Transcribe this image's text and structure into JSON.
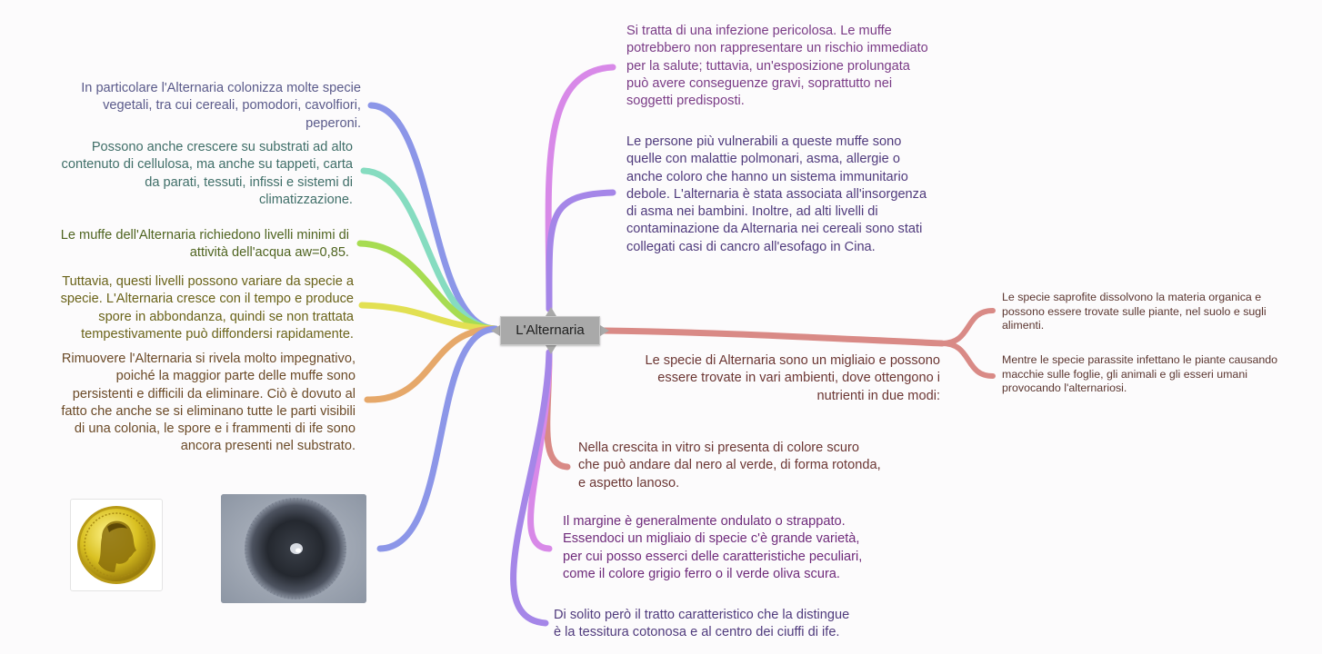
{
  "central": {
    "label": "L'Alternaria"
  },
  "left_nodes": [
    {
      "text": "In particolare l'Alternaria colonizza molte specie\nvegetali, tra cui cereali, pomodori, cavolfiori,\npeperoni.",
      "color": "#8c96e8"
    },
    {
      "text": "Possono anche crescere su substrati ad alto\ncontenuto di cellulosa, ma anche su tappeti, carta\nda parati, tessuti, infissi e sistemi di\nclimatizzazione.",
      "color": "#86dcc0"
    },
    {
      "text": "Le muffe dell'Alternaria richiedono livelli minimi di\nattività dell'acqua aw=0,85.",
      "color": "#a7dc52"
    },
    {
      "text": "Tuttavia, questi livelli possono variare da specie a\nspecie. L'Alternaria cresce con il tempo e produce\nspore in abbondanza, quindi se non trattata\ntempestivamente può diffondersi rapidamente.",
      "color": "#e2e052"
    },
    {
      "text": "Rimuovere l'Alternaria si rivela molto impegnativo,\npoiché la maggior parte delle muffe sono\npersistenti e difficili da eliminare. Ciò è dovuto al\nfatto che anche se si eliminano tutte le parti visibili\ndi una colonia, le spore e i frammenti di ife sono\nancora presenti nel substrato.",
      "color": "#e6a86a"
    }
  ],
  "right_nodes": [
    {
      "text": "Si tratta di una infezione pericolosa. Le muffe\npotrebbero non rappresentare un rischio immediato\nper la salute; tuttavia, un'esposizione prolungata\npuò avere conseguenze gravi, soprattutto nei\nsoggetti predisposti.",
      "color": "#d889e8"
    },
    {
      "text": "Le persone più vulnerabili a queste muffe sono\nquelle con malattie polmonari, asma, allergie o\nanche coloro che hanno un sistema immunitario\ndebole. L'alternaria è stata associata all'insorgenza\ndi asma nei bambini. Inoltre, ad alti livelli di\ncontaminazione da Alternaria nei cereali sono stati\ncollegati casi di cancro all'esofago in Cina.",
      "color": "#a586e8"
    },
    {
      "text": "Le specie di Alternaria sono un migliaio e possono\nessere trovate in vari ambienti, dove ottengono i\nnutrienti in due modi:",
      "color": "#d98a86"
    },
    {
      "text": "Nella crescita in vitro si presenta di colore scuro\nche può andare dal nero al verde, di forma rotonda,\ne aspetto lanoso.",
      "color": "#d98a86"
    },
    {
      "text": "Il margine è generalmente ondulato o strappato.\nEssendoci un migliaio di specie c'è grande varietà,\nper cui posso esserci delle caratteristiche peculiari,\ncome il colore grigio ferro o il verde oliva scura.",
      "color": "#d889e8"
    },
    {
      "text": "Di solito però il tratto caratteristico che la distingue\nè la tessitura cotonosa e al centro dei ciuffi di ife.",
      "color": "#a586e8"
    }
  ],
  "sub_nodes": [
    {
      "text": "Le specie saprofite dissolvono la materia organica e\npossono essere trovate sulle piante, nel suolo e sugli\nalimenti."
    },
    {
      "text": "Mentre le specie parassite infettano le piante causando\nmacchie sulle foglie, gli animali e gli esseri umani\nprovocando l'alternariosi."
    }
  ],
  "images": {
    "coin": "coin-portrait-image",
    "photo": "mold-colony-photo",
    "photo_branch_color": "#8c96e8"
  },
  "colors": {
    "central_bg": "#a9a9a9",
    "background": "#fcfbfc"
  }
}
